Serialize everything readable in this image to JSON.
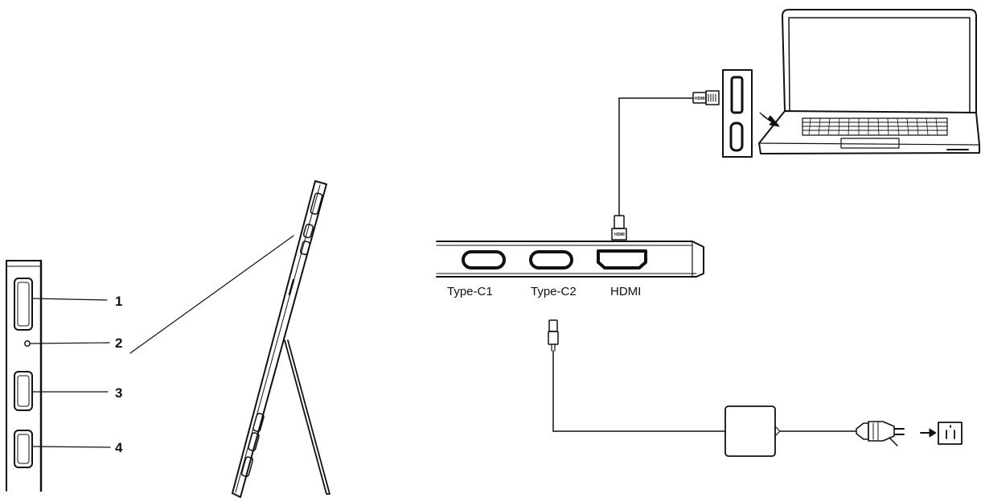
{
  "callouts": {
    "c1": "1",
    "c2": "2",
    "c3": "3",
    "c4": "4"
  },
  "ports": {
    "type_c1": "Type-C1",
    "type_c2": "Type-C2",
    "hdmi": "HDMI"
  },
  "connector_marks": {
    "hdmi_plug_top": "HDMI",
    "hdmi_plug_side": "HDMI"
  },
  "colors": {
    "line": "#111111",
    "background": "#ffffff",
    "panel_grey": "#f2f2f2"
  },
  "icons": {
    "power-plug": "power-plug-icon",
    "wall-outlet": "wall-outlet-icon",
    "arrow": "arrow-icon",
    "laptop": "laptop-icon"
  }
}
